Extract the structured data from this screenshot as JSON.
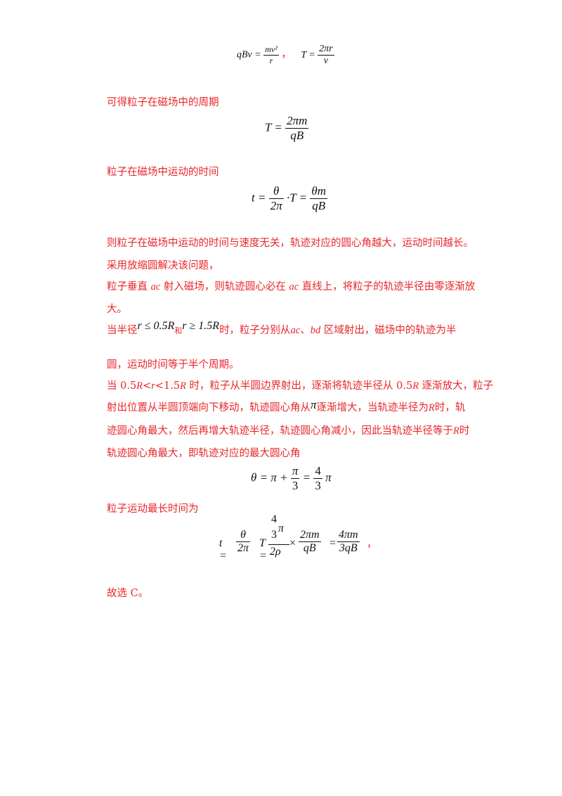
{
  "eq1": {
    "lhs": "qBv =",
    "num1": "mv²",
    "den1": "r",
    "comma": "，",
    "t_lhs": "T =",
    "num2": "2πr",
    "den2": "v"
  },
  "p1": "可得粒子在磁场中的周期",
  "eq2": {
    "lhs": "T =",
    "num": "2πm",
    "den": "qB"
  },
  "p2": "粒子在磁场中运动的时间",
  "eq3": {
    "lhs": "t =",
    "num1": "θ",
    "den1": "2π",
    "mid": "·T =",
    "num2": "θm",
    "den2": "qB"
  },
  "p3": "则粒子在磁场中运动的时间与速度无关，轨迹对应的圆心角越大，运动时间越长。",
  "p4": "采用放缩圆解决该问题，",
  "p5a": "粒子垂直 ",
  "p5b": "ac",
  "p5c": " 射入磁场，则轨迹圆心必在 ",
  "p5d": "ac",
  "p5e": " 直线上，将粒子的轨迹半径由零逐渐放",
  "p5f": "大。",
  "p6a": "当半径",
  "p6b": "r ≤ 0.5R",
  "p6c": "和",
  "p6d": "r ≥ 1.5R",
  "p6e": "时，粒子分别从",
  "p6f": "ac",
  "p6g": "、",
  "p6h": "bd",
  "p6i": " 区域射出，磁场中的轨迹为半",
  "p6j": "圆，运动时间等于半个周期。",
  "p7a": "当 0.5",
  "p7b": "R",
  "p7c": "<",
  "p7d": "r",
  "p7e": "<1.5",
  "p7f": "R",
  "p7g": " 时，粒子从半圆边界射出，逐渐将轨迹半径从 0.5",
  "p7h": "R",
  "p7i": " 逐渐放大，粒子",
  "p8a": "射出位置从半圆顶端向下移动，轨迹圆心角从",
  "p8b": "π",
  "p8c": "逐渐增大，当轨迹半径为",
  "p8d": "R",
  "p8e": "时，轨",
  "p9a": "迹圆心角最大，然后再增大轨迹半径，轨迹圆心角减小，因此当轨迹半径等于",
  "p9b": "R",
  "p9c": "时",
  "p10": "轨迹圆心角最大，即轨迹对应的最大圆心角",
  "eq4": {
    "lhs": "θ = π +",
    "num1": "π",
    "den1": "3",
    "mid": "=",
    "num2": "4",
    "den2": "3",
    "tail": "π"
  },
  "p11": "粒子运动最长时间为",
  "eq5": {
    "lhs": "t =",
    "num1": "θ",
    "den1": "2π",
    "mid1": "T =",
    "top4": "4",
    "pi": "π",
    "three": "3",
    "den2": "2ρ",
    "times": "×",
    "num3": "2πm",
    "den3": "qB",
    "eq": "=",
    "num4": "4πm",
    "den4": "3qB",
    "comma": "，"
  },
  "p12": "故选 C。"
}
